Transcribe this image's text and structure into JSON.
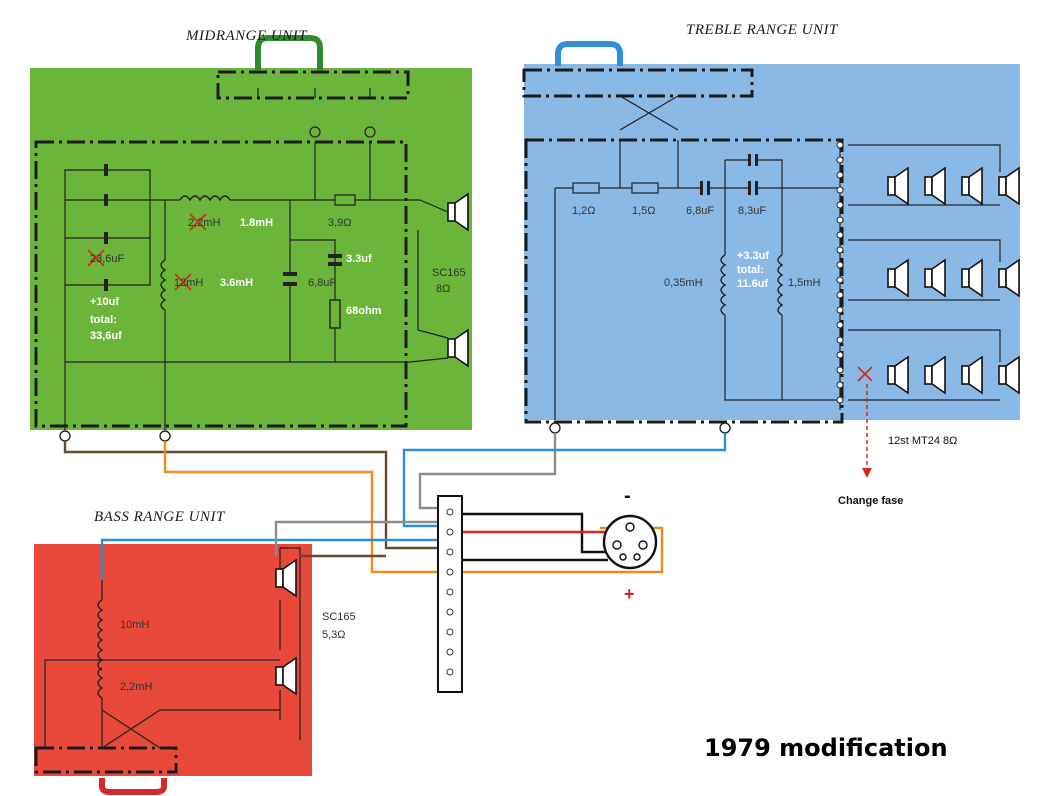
{
  "diagram": {
    "title": "1979 modification",
    "midrange": {
      "title": "MIDRANGE UNIT",
      "color": "#6bb53b",
      "handle_color": "#2e8b2e",
      "labels": {
        "coil1_orig": "2,2mH",
        "coil1_mod": "1.8mH",
        "coil2_orig": "12mH",
        "coil2_mod": "3.6mH",
        "cap_main_orig": "23,6uF",
        "cap_add": "+10uf",
        "cap_total1": "total:",
        "cap_total2": "33,6uf",
        "res_top": "3,9Ω",
        "cap_side": "6,8uF",
        "cap_new": "3.3uf",
        "res_new": "68ohm",
        "speaker": "SC165",
        "impedance": "8Ω"
      }
    },
    "treble": {
      "title": "TREBLE RANGE UNIT",
      "color": "#8ab9e6",
      "handle_color": "#2f8fd8",
      "labels": {
        "r1": "1,2Ω",
        "r2": "1,5Ω",
        "c1": "6,8uF",
        "c2": "8,3uF",
        "c_add": "+3.3uf",
        "c_total1": "total:",
        "c_total2": "11.6uf",
        "l1": "0,35mH",
        "l2": "1,5mH",
        "speakers": "12st MT24 8Ω",
        "change": "Change fase"
      }
    },
    "bass": {
      "title": "BASS RANGE UNIT",
      "color": "#e8493a",
      "handle_color": "#d62a2a",
      "labels": {
        "l1": "10mH",
        "l2": "2,2mH",
        "speaker": "SC165",
        "impedance": "5,3Ω"
      }
    },
    "terminal": {
      "minus": "-",
      "plus": "+"
    },
    "wire_colors": {
      "blue": "#2b8fd6",
      "gray": "#8c8c8c",
      "brown": "#6b4a2b",
      "orange": "#f08a1c",
      "red": "#e02020",
      "black": "#111111"
    }
  }
}
